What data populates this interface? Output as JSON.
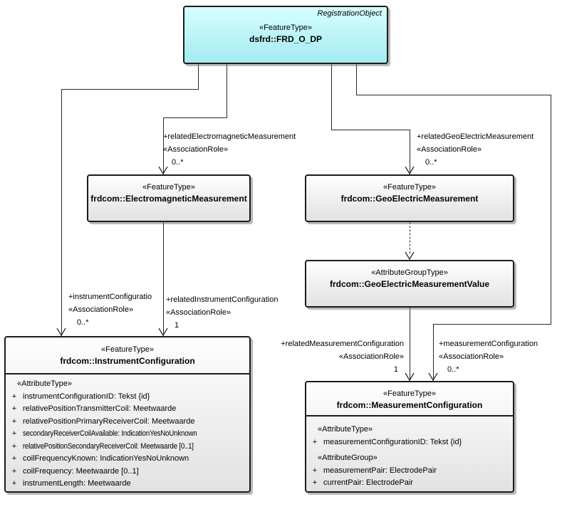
{
  "diagram_title": "UML feature type diagram dsfrd::FRD_O_DP",
  "colors": {
    "root_box_gradient_top": "#d6feff",
    "root_box_gradient_bottom": "#a4ebf2",
    "box_gradient_top": "#fefefe",
    "box_gradient_bottom": "#e2e2e2",
    "border": "#1b1b1b",
    "connector": "#2a2a2a"
  },
  "classes": {
    "frd": {
      "annotation": "RegistrationObject",
      "stereotype": "«FeatureType»",
      "name": "dsfrd::FRD_O_DP"
    },
    "em": {
      "stereotype": "«FeatureType»",
      "name": "frdcom::ElectromagneticMeasurement"
    },
    "geo": {
      "stereotype": "«FeatureType»",
      "name": "frdcom::GeoElectricMeasurement"
    },
    "geoval": {
      "stereotype": "«AttributeGroupType»",
      "name": "frdcom::GeoElectricMeasurementValue"
    },
    "inst": {
      "stereotype": "«FeatureType»",
      "name": "frdcom::InstrumentConfiguration",
      "section_header": "«AttributeType»",
      "attrs": [
        {
          "vis": "+",
          "text": "instrumentConfigurationID: Tekst {id}"
        },
        {
          "vis": "+",
          "text": "relativePositionTransmitterCoil: Meetwaarde"
        },
        {
          "vis": "+",
          "text": "relativePositionPrimaryReceiverCoil: Meetwaarde"
        },
        {
          "vis": "+",
          "text": "secondaryReceiverCoilAvailable: IndicationYesNoUnknown"
        },
        {
          "vis": "+",
          "text": "relativePositionSecondaryReceiverCoil: Meetwaarde [0..1]"
        },
        {
          "vis": "+",
          "text": "coilFrequencyKnown: IndicationYesNoUnknown"
        },
        {
          "vis": "+",
          "text": "coilFrequency: Meetwaarde [0..1]"
        },
        {
          "vis": "+",
          "text": "instrumentLength: Meetwaarde"
        }
      ]
    },
    "meas": {
      "stereotype": "«FeatureType»",
      "name": "frdcom::MeasurementConfiguration",
      "section1_header": "«AttributeType»",
      "section1_attrs": [
        {
          "vis": "+",
          "text": "measurementConfigurationID: Tekst {id}"
        }
      ],
      "section2_header": "«AttributeGroup»",
      "section2_attrs": [
        {
          "vis": "+",
          "text": "measurementPair: ElectrodePair"
        },
        {
          "vis": "+",
          "text": "currentPair: ElectrodePair"
        }
      ]
    }
  },
  "labels": {
    "em_assoc": {
      "role": "+relatedElectromagneticMeasurement",
      "stereo": "«AssociationRole»",
      "mult": "0..*"
    },
    "geo_assoc": {
      "role": "+relatedGeoElectricMeasurement",
      "stereo": "«AssociationRole»",
      "mult": "0..*"
    },
    "inst_assoc": {
      "role": "+instrumentConfiguratio",
      "stereo": "«AssociationRole»",
      "mult": "0..*"
    },
    "rel_inst_assoc": {
      "role": "+relatedInstrumentConfiguration",
      "stereo": "«AssociationRole»",
      "mult": "1"
    },
    "rel_meas_assoc": {
      "role": "+relatedMeasurementConfiguration",
      "stereo": "«AssociationRole»",
      "mult": "1"
    },
    "meas_assoc": {
      "role": "+measurementConfiguration",
      "stereo": "«AssociationRole»",
      "mult": "0..*"
    }
  }
}
